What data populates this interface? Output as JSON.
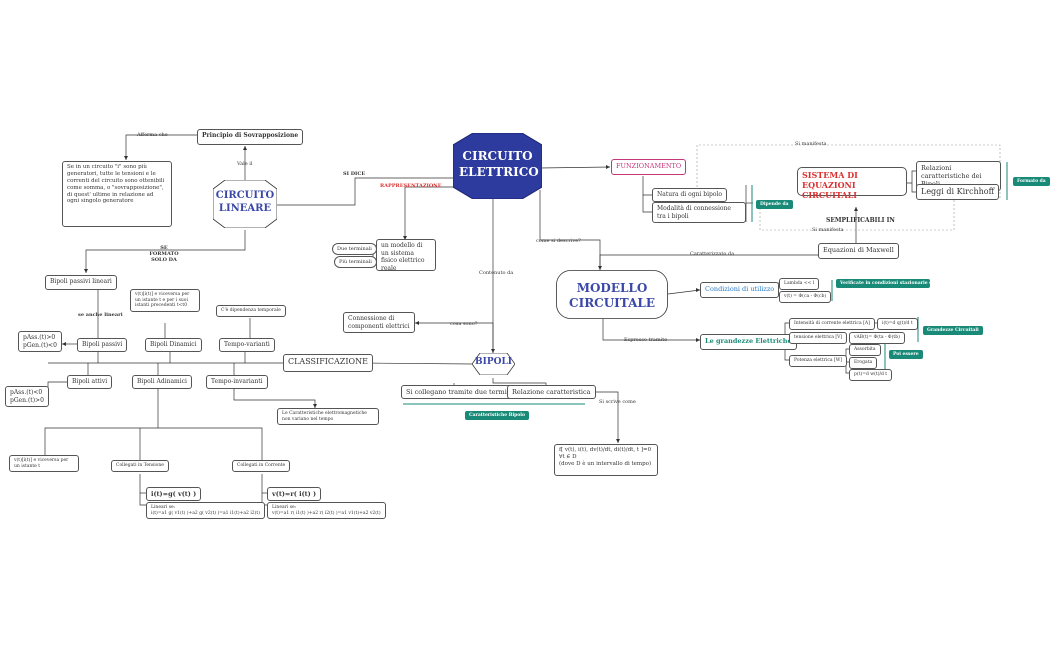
{
  "main": {
    "title": "CIRCUITO ELETTRICO"
  },
  "circuito_lineare": {
    "title": "CIRCUITO LINEARE",
    "vale": "Vale il",
    "principio": "Principio di Sovrapposizione",
    "afferma": "Afferma che",
    "desc": "Se in un circuito \"i\" sono più generatori, tutte le tensioni e le correnti del circuito sono ottenibili come somma, o \"sovrapposizione\", di quest' ultime in relazione ad ogni singolo generatore",
    "se_formato": "SE FORMATO SOLO DA",
    "bipoli_passivi_lineari": "Bipoli passivi lineari",
    "se_anche_lineari": "se anche lineari"
  },
  "si_dice": "SI DICE",
  "rappresentazione": {
    "label": "RAPPRESENTAZIONE",
    "modello": "un modello di un sistema fisico elettrico reale",
    "due_terminali": "Due terminali",
    "piu_terminali": "Più terminali"
  },
  "funzionamento": {
    "label": "FUNZIONAMENTO",
    "natura": "Natura di ogni bipolo",
    "modalita": "Modalità di connessione tra i bipoli",
    "dipende_da": "Dipende da",
    "si_manifesta_top": "Si manifesta",
    "sistema": "SISTEMA DI EQUAZIONI CIRCUITALI",
    "relazioni": "Relazioni caratteristiche dei Bipoli",
    "kirchhoff": "Leggi di Kirchhoff",
    "formato_da": "Formato da",
    "semplificabili": "SEMPLIFICABILI IN",
    "si_manifesta": "Si manifesta",
    "maxwell": "Equazioni di Maxwell",
    "caratterizzato": "Caratterizzato da"
  },
  "modello_circuitale": {
    "title": "MODELLO CIRCUITALE",
    "come_si_descrive": "come si descrive?",
    "condizioni": "Condizioni di utilizzo",
    "cond_1": "Lambda << l",
    "cond_2": "v(t) = Φ(ca - Φ(cb)",
    "verificate": "Verificate in condizioni stazionarie ed anche (con ulteriori ipotesi) a quasi-stazionarie",
    "espresso": "Espresso tramite",
    "grandezze": "Le grandezze Elettriche",
    "intensita": "Intensità di corrente elettrica [A]",
    "intensita_f": "i(t)=d q(t)/d t",
    "tensione": "tensione elettrica [V]",
    "tensione_f": "vAB(t)= Φ(ta - Φ(tb)",
    "potenza": "Potenza elettrica [W]",
    "assorbita": "Assorbita",
    "erogata": "Erogata",
    "potenza_f": "p(t)=d w(t)/d t",
    "grandezze_circuitali": "Grandezze Circuitali",
    "poi_essere": "Poi essere"
  },
  "bipoli": {
    "title": "BIPOLI",
    "contenuto": "Contenuto da",
    "cosa_sono": "cosa sono?",
    "connessione": "Connessione di componenti elettrici",
    "si_collegano": "Si collegano tramite due terminali",
    "relazione": "Relazione caratteristica",
    "caratteristiche": "Caratteristiche Bipolo",
    "si_scrive": "Si scrive come",
    "formula": "f[ v(t), i(t), dv(t)/dt, di(t)/dt, t ]=0\n∀t ∈ D\n(dove D è un intervallo di tempo)"
  },
  "classificazione": {
    "title": "CLASSIFICAZIONE",
    "bipoli_passivi": "Bipoli passivi",
    "bipoli_attivi": "Bipoli attivi",
    "passivi_cond": "pAss.(t)>0\npGen.(t)<0",
    "attivi_cond": "pAss.(t)<0\npGen.(t)>0",
    "dinamici": "Bipoli Dinamici",
    "dinamici_desc": "v(t)[i(t)] e viceversa per un istante t e per i suoi istanti precedenti t<t0",
    "adinamici": "Bipoli Adinamici",
    "adinamici_desc": "v(t)[i(t)] e viceversa per un istante t",
    "tempo_varianti": "Tempo-varianti",
    "tempo_varianti_desc": "C'è dipendenza temporale",
    "tempo_invarianti": "Tempo-invarianti",
    "tempo_invarianti_desc": "Le Caratteristiche elettromagnetiche non variano nel tempo",
    "tensione": "Collegati in Tensione",
    "tensione_f": "i(t)=g( v(t) )",
    "tensione_lin": "Lineari se:\ni(t)=a1 g( v1(t) )+a2 g( v2(t) )=a1 i1(t)+a2 i2(t)",
    "corrente": "Collegati in Corrente",
    "corrente_f": "v(t)=r( i(t) )",
    "corrente_lin": "Lineari se:\nv(t)=a1 r( i1(t) )+a2 r( i2(t) )=a1 v1(t)+a2 v2(t)"
  },
  "colors": {
    "main_fill": "#2d3a9e",
    "title_blue": "#3b48a8",
    "red": "#d93030",
    "pink": "#c4357a",
    "teal": "#1a8a78",
    "cond_blue": "#2a7ac8"
  }
}
